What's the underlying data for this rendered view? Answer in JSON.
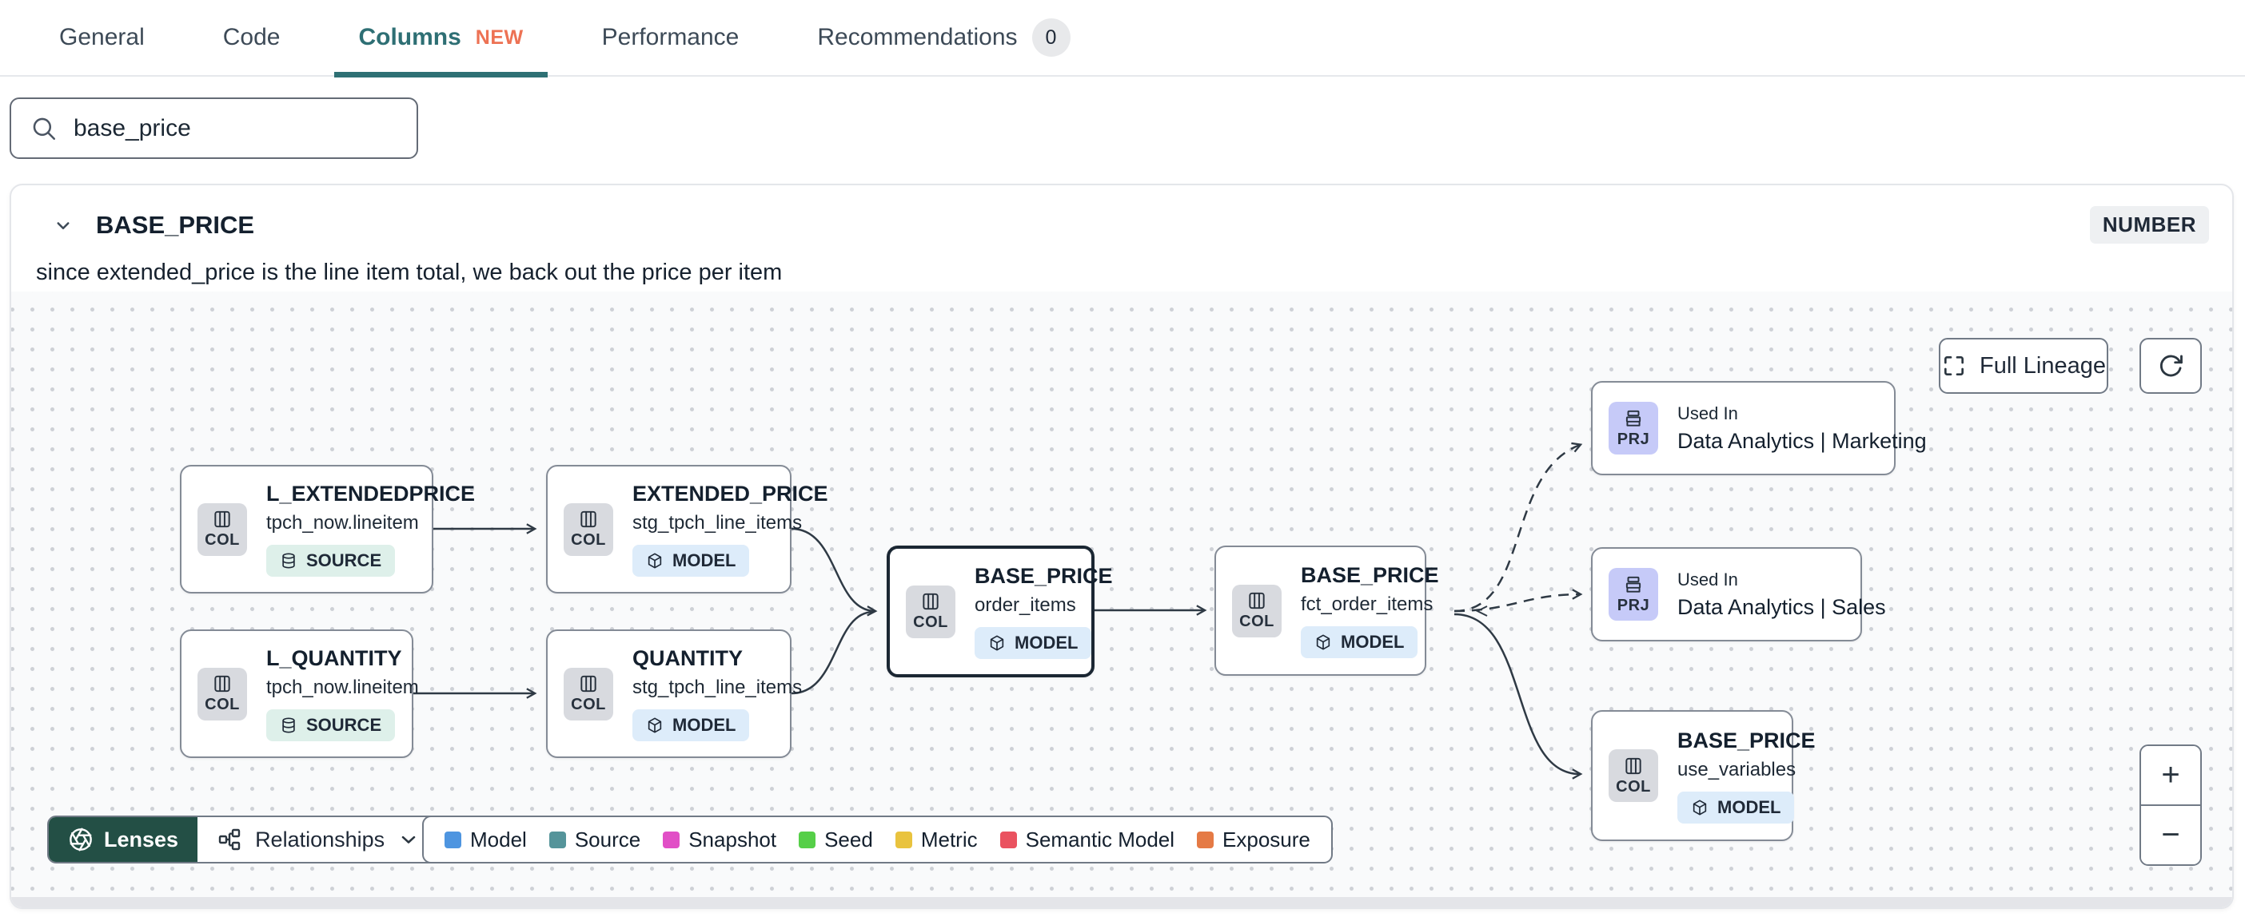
{
  "tabs": {
    "items": [
      {
        "label": "General"
      },
      {
        "label": "Code"
      },
      {
        "label": "Columns",
        "badge": "NEW"
      },
      {
        "label": "Performance"
      },
      {
        "label": "Recommendations",
        "badge": "0"
      }
    ]
  },
  "search": {
    "value": "base_price"
  },
  "column": {
    "name": "BASE_PRICE",
    "type": "NUMBER",
    "description": "since extended_price is the line item total, we back out the price per item"
  },
  "lineage": {
    "controls": {
      "full_lineage": "Full Lineage",
      "lenses": "Lenses",
      "relationships": "Relationships",
      "zoom_in": "+",
      "zoom_out": "−"
    },
    "nodes": [
      {
        "kind": "COL",
        "title": "L_EXTENDEDPRICE",
        "subtitle": "tpch_now.lineitem",
        "badge": "SOURCE"
      },
      {
        "kind": "COL",
        "title": "EXTENDED_PRICE",
        "subtitle": "stg_tpch_line_items",
        "badge": "MODEL"
      },
      {
        "kind": "COL",
        "title": "L_QUANTITY",
        "subtitle": "tpch_now.lineitem",
        "badge": "SOURCE"
      },
      {
        "kind": "COL",
        "title": "QUANTITY",
        "subtitle": "stg_tpch_line_items",
        "badge": "MODEL"
      },
      {
        "kind": "COL",
        "title": "BASE_PRICE",
        "subtitle": "order_items",
        "badge": "MODEL"
      },
      {
        "kind": "COL",
        "title": "BASE_PRICE",
        "subtitle": "fct_order_items",
        "badge": "MODEL"
      },
      {
        "kind": "PRJ",
        "eyebrow": "Used In",
        "title": "Data Analytics | Marketing"
      },
      {
        "kind": "PRJ",
        "eyebrow": "Used In",
        "title": "Data Analytics | Sales"
      },
      {
        "kind": "COL",
        "title": "BASE_PRICE",
        "subtitle": "use_variables",
        "badge": "MODEL"
      }
    ],
    "legend": {
      "items": [
        {
          "label": "Model",
          "color": "#4e95e0"
        },
        {
          "label": "Source",
          "color": "#55949a"
        },
        {
          "label": "Snapshot",
          "color": "#e14fc6"
        },
        {
          "label": "Seed",
          "color": "#56cf48"
        },
        {
          "label": "Metric",
          "color": "#e9c33e"
        },
        {
          "label": "Semantic Model",
          "color": "#ea5260"
        },
        {
          "label": "Exposure",
          "color": "#e57a45"
        }
      ]
    }
  },
  "colors": {
    "accent_teal": "#2e6f74",
    "tab_underline": "#2e7074",
    "new_badge_text": "#ed7254",
    "lenses_bg": "#234f45"
  }
}
